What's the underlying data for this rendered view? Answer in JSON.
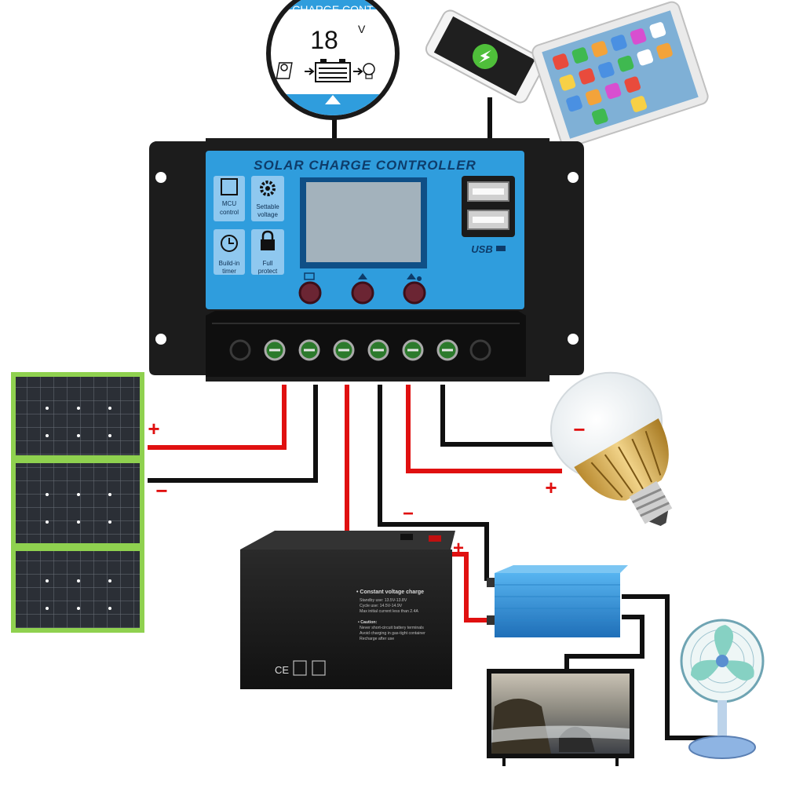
{
  "controller": {
    "title": "SOLAR CHARGE CONTROLLER",
    "badges": [
      {
        "line1": "MCU",
        "line2": "control",
        "icon": "chip-icon"
      },
      {
        "line1": "Settable",
        "line2": "voltage",
        "icon": "gear-icon"
      },
      {
        "line1": "Build-in",
        "line2": "timer",
        "icon": "clock-icon"
      },
      {
        "line1": "Full",
        "line2": "protect",
        "icon": "lock-icon"
      }
    ],
    "usb_label": "USB",
    "button_icons": [
      "menu-icon",
      "up-arrow-icon",
      "up-arrow-bulb-icon"
    ]
  },
  "zoom_display": {
    "banner": "CHARGE CONT",
    "voltage": "18",
    "unit": "V",
    "icons": [
      "sun-panel-icon",
      "arrow-right-icon",
      "battery-icon",
      "arrow-right-icon",
      "bulb-icon"
    ]
  },
  "polarity": {
    "panel_plus": "+",
    "panel_minus": "−",
    "battery_minus": "−",
    "battery_plus": "+",
    "load_minus": "−",
    "load_plus": "+"
  },
  "battery": {
    "label_title": "• Constant voltage charge",
    "label_lines": [
      "Standby use: 13.5V-13.8V",
      "Cycle use: 14.5V-14.9V",
      "Max initial current less than 2.4A",
      "",
      "• Caution:",
      "Never short-circuit battery terminals",
      "Avoid charging in gas-tight container",
      "Recharge after use"
    ],
    "cert_ce": "CE"
  },
  "colors": {
    "controller_blue": "#2f9ddd",
    "housing": "#1c1c1c",
    "wire_red": "#e01010",
    "wire_black": "#101010",
    "panel_frame": "#8fd14f",
    "inverter_blue": "#2f8fd8"
  }
}
